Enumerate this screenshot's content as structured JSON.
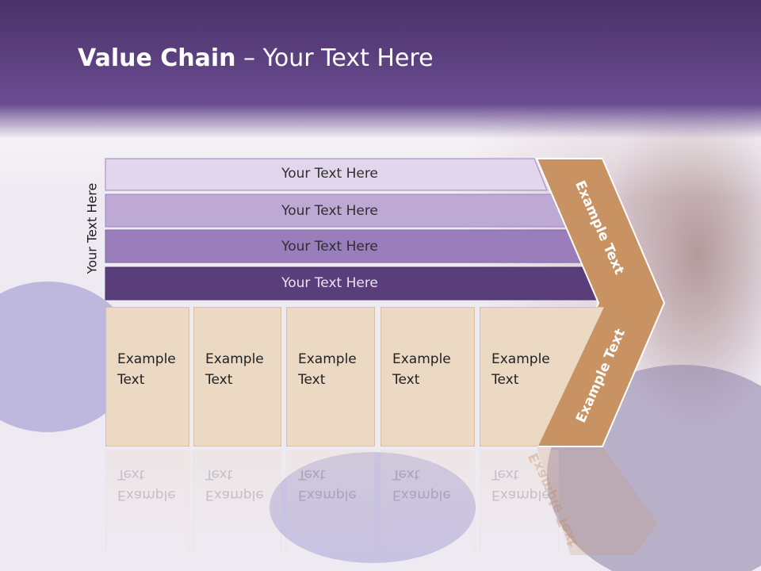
{
  "slide": {
    "title_bold": "Value Chain",
    "title_rest": " – Your Text Here",
    "side_label": "Your Text Here"
  },
  "rows": [
    {
      "label": "Your Text Here"
    },
    {
      "label": "Your Text Here"
    },
    {
      "label": "Your Text Here"
    },
    {
      "label": "Your Text Here"
    }
  ],
  "boxes": [
    {
      "line1": "Example",
      "line2": "Text"
    },
    {
      "line1": "Example",
      "line2": "Text"
    },
    {
      "line1": "Example",
      "line2": "Text"
    },
    {
      "line1": "Example",
      "line2": "Text"
    },
    {
      "line1": "Example",
      "line2": "Text"
    }
  ],
  "chevron": {
    "upper_label": "Example Text",
    "lower_label": "Example Text"
  },
  "colors": {
    "header": "#5b3f82",
    "row1": "#e1d6ec",
    "row2": "#bea8d4",
    "row3": "#9a7dbb",
    "row4": "#5a3e7c",
    "box": "#ecd9c4",
    "chevron": "#c99262"
  }
}
